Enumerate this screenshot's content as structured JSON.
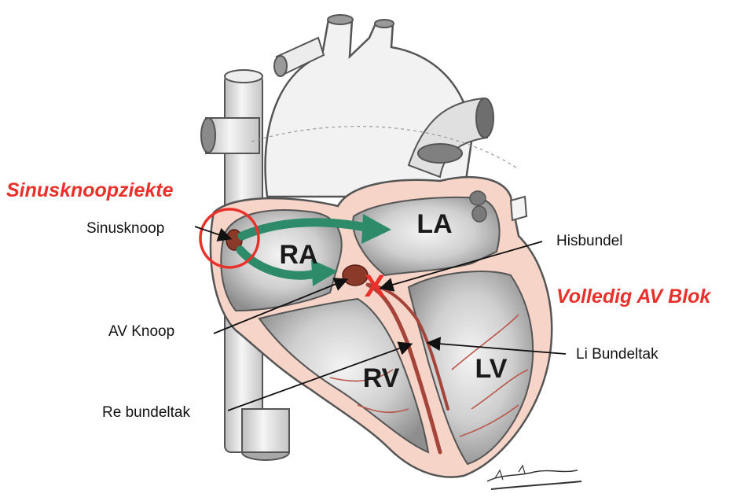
{
  "highlights": {
    "sinus_disease": "Sinusknoopziekte",
    "av_block": "Volledig AV Blok"
  },
  "chambers": {
    "ra": "RA",
    "la": "LA",
    "rv": "RV",
    "lv": "LV"
  },
  "labels": {
    "sinus_node": "Sinusknoop",
    "his_bundle": "Hisbundel",
    "av_node": "AV Knoop",
    "left_bundle": "Li Bundeltak",
    "right_bundle": "Re bundeltak"
  },
  "block_mark": "X",
  "colors": {
    "highlight_red": "#e8312a",
    "conduction_green": "#2e8b6a",
    "node_brown": "#8b3a2a",
    "tissue_pink": "#f6d4c8",
    "chamber_grey": "#9b9b9b",
    "vessel_grey": "#e6e6e6"
  }
}
